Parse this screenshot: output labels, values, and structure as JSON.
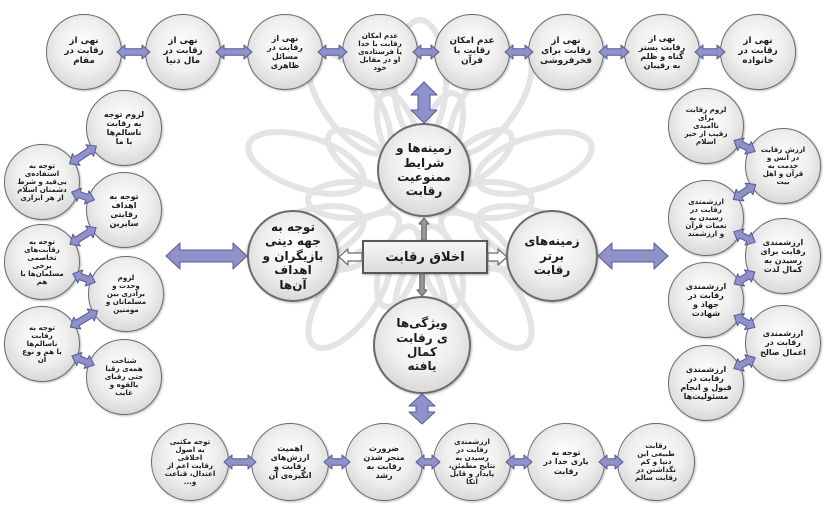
{
  "center_title": "اخلاق رقابت",
  "main": {
    "top": "زمینه‌ها و\nشرایط\nممنوعیت\nرقابت",
    "bottom": "ویژگی‌ها\nی رقابت\nکمال\nیافته",
    "left": "توجه به\nجهه دینی\nبازیگران و\nاهداف\nآن‌ها",
    "right": "زمینه‌های\nبرتر\nرقابت"
  },
  "top_row": [
    "نهی از\nرقابت در\nمقام",
    "نهی از\nرقابت در\nمال دنیا",
    "نهی از\nرقابت در\nمسائل\nظاهری",
    "عدم امکان\nرقابت با خدا\nیا فرستاده‌ی\nاو در مقابل\nخود",
    "عدم امکان\nرقابت با\nقرآن",
    "نهی از\nرقابت برای\nفخرفروشی",
    "نهی از\nرقابت بستر\nگناه و ظلم\nبه رقیبان",
    "نهی از\nرقابت در\nخانواده"
  ],
  "left_inner": [
    "لزوم توجه\nبه رقابت\nناسالم‌ها\nبا ما",
    "توجه به\nاهداف\nرقابتی\nسایرین",
    "لزوم\nوحدت و\nبرادری بین\nمسلمانان و\nمومنین",
    "شناخت\nهمه‌ی رقبا\nحتی رقبای\nبالقوه و\nغایب"
  ],
  "left_outer": [
    "توجه به\nاستفاده‌ی\nبی‌قید و شرط\nدشمنان اسلام\nاز هر ابزاری",
    "توجه به\nرقابت‌های\nتخاصمی\nبرخی\nمسلمان‌ها با\nهم",
    "توجه به\nرقابت\nناسالم‌ها\nبا هم و نوع\nآن"
  ],
  "right_inner": [
    "لزوم رقابت\nبرای\nناامیدی\nرقیب از خیر\nاسلام",
    "ارزشمندی\nرقابت در\nرسیدن به\nنعمات قرآن\nو ارزشمند",
    "ارزشمندی\nرقابت در\nجهاد و\nشهادت",
    "ارزشمندی\nرقابت در\nقبول و انجام\nمسئولیت‌ها"
  ],
  "right_outer": [
    "ارزش رقابت\nدر انس و\nخدمت به\nقرآن و اهل\nبیت",
    "ارزشمندی\nرقابت برای\nرسیدن به\nکمال لذت",
    "ارزشمندی\nرقابت در\nاعمال صالح"
  ],
  "bottom_row": [
    "توجه مکتبی\nبه اصول\nاخلاقی\nرقابت اعم از\nاعتدال، قناعت\nو...",
    "اهمیت\nارزش‌های\nرقابت و\nانگیزه‌ی آن",
    "ضرورت\nمنجر شدن\nرقابت به\nرشد",
    "ارزشمندی\nرقابت در\nرسیدن به\nنتایج مطمئن،\nپایدار و قابل\nاتکا",
    "توجه به\nیاری خدا در\nرقابت",
    "رقابت\nطبیعی این\nدنیا و کم\nنگذاشتن در\nرقابت سالم"
  ],
  "colors": {
    "connector_fill": "#8e92c8",
    "connector_stroke": "#55599a",
    "center_arrow_stroke": "#6b6b6b",
    "watermark": "#e4e4e4"
  }
}
